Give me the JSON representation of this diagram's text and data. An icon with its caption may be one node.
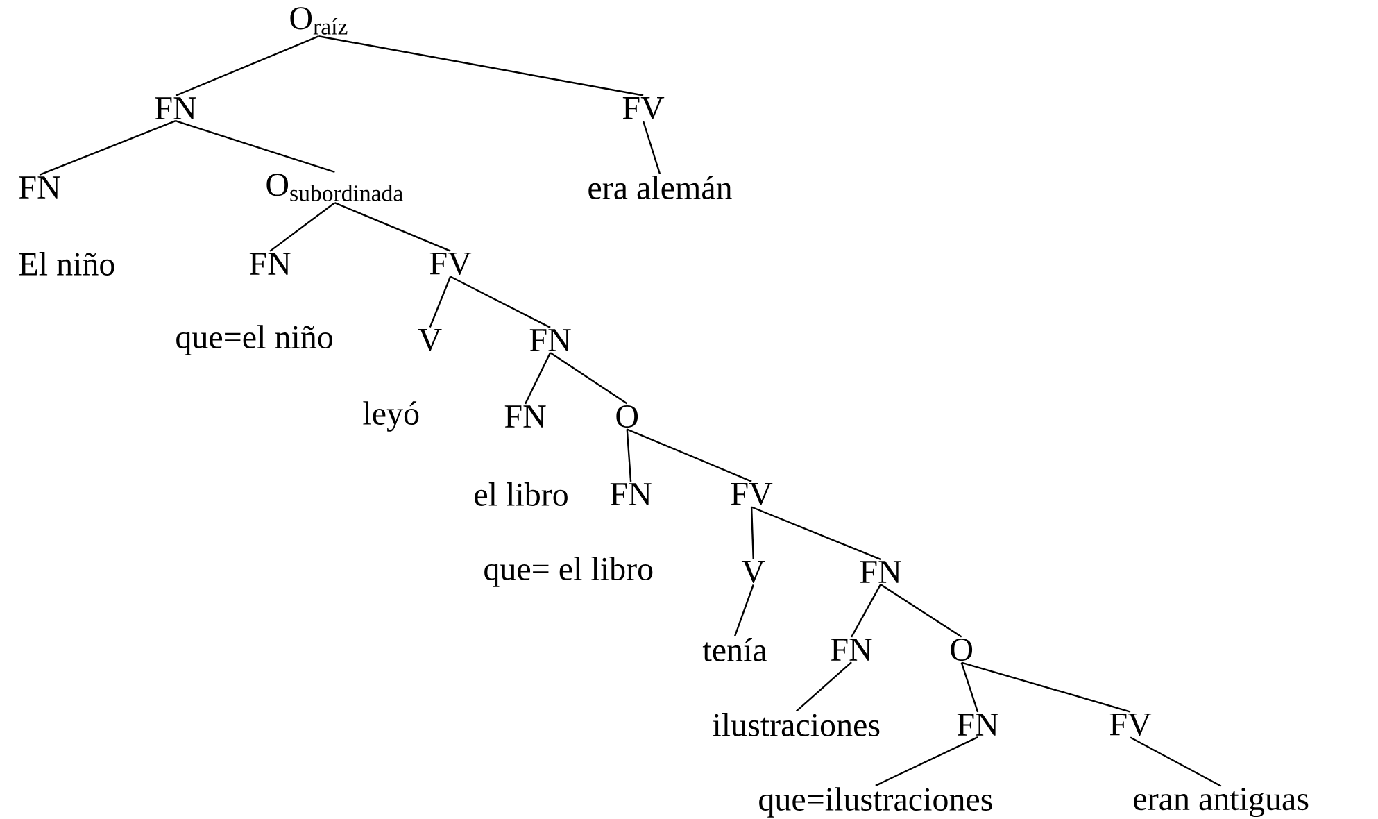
{
  "diagram": {
    "nodes": [
      {
        "text": [
          "\\text{O}_{\\text{raíz}}"
        ]
      },
      {
        "text": [
          "FN"
        ]
      },
      {
        "text": [
          "FV"
        ]
      },
      {
        "text": [
          "FN"
        ]
      },
      {
        "text": [
          "\\text{O}_{\\text{subordinada}}"
        ]
      },
      {
        "text": [
          "era alemán"
        ]
      },
      {
        "text": [
          "El niño"
        ]
      },
      {
        "text": [
          "FN"
        ]
      },
      {
        "text": [
          "FV"
        ]
      },
      {
        "text": [
          "que=el niño"
        ]
      },
      {
        "text": [
          "V"
        ]
      },
      {
        "text": [
          "FN"
        ]
      },
      {
        "text": [
          "leyó"
        ]
      },
      {
        "text": [
          "FN"
        ]
      },
      {
        "text": [
          "O"
        ]
      },
      {
        "text": [
          "el libro"
        ]
      },
      {
        "text": [
          "FN"
        ]
      },
      {
        "text": [
          "FV"
        ]
      },
      {
        "text": [
          "que= el libro"
        ]
      },
      {
        "text": [
          "V"
        ]
      },
      {
        "text": [
          "FN"
        ]
      },
      {
        "text": [
          "tenía"
        ]
      },
      {
        "text": [
          "FN"
        ]
      },
      {
        "text": [
          "O"
        ]
      },
      {
        "text": [
          "ilustraciones"
        ]
      },
      {
        "text": [
          "FN"
        ]
      },
      {
        "text": [
          "FV"
        ]
      },
      {
        "text": [
          "que=ilustraciones"
        ]
      },
      {
        "text": [
          "eran antiguas"
        ]
      }
    ],
    "edges": [
      {
        "from": 0,
        "to": 1,
        "arrow": "none"
      },
      {
        "from": 0,
        "to": 2,
        "arrow": "none"
      },
      {
        "from": 2,
        "to": 5,
        "arrow": "none"
      },
      {
        "from": 1,
        "to": 3,
        "arrow": "none"
      },
      {
        "from": 1,
        "to": 4,
        "arrow": "none"
      },
      {
        "from": 4,
        "to": 7,
        "arrow": "none"
      },
      {
        "from": 4,
        "to": 8,
        "arrow": "none"
      },
      {
        "from": 8,
        "to": 10,
        "arrow": "none"
      },
      {
        "from": 8,
        "to": 11,
        "arrow": "none"
      },
      {
        "from": 11,
        "to": 13,
        "arrow": "none"
      },
      {
        "from": 11,
        "to": 14,
        "arrow": "none"
      },
      {
        "from": 14,
        "to": 16,
        "arrow": "none"
      },
      {
        "from": 14,
        "to": 17,
        "arrow": "none"
      },
      {
        "from": 17,
        "to": 19,
        "arrow": "none"
      },
      {
        "from": 17,
        "to": 20,
        "arrow": "none"
      },
      {
        "from": 19,
        "to": 21,
        "arrow": "none"
      },
      {
        "from": 20,
        "to": 22,
        "arrow": "none"
      },
      {
        "from": 20,
        "to": 23,
        "arrow": "none"
      },
      {
        "from": 22,
        "to": 24,
        "arrow": "none"
      },
      {
        "from": 23,
        "to": 25,
        "arrow": "none"
      },
      {
        "from": 23,
        "to": 26,
        "arrow": "none"
      },
      {
        "from": 25,
        "to": 27,
        "arrow": "none"
      },
      {
        "from": 26,
        "to": 28,
        "arrow": "none"
      }
    ]
  }
}
